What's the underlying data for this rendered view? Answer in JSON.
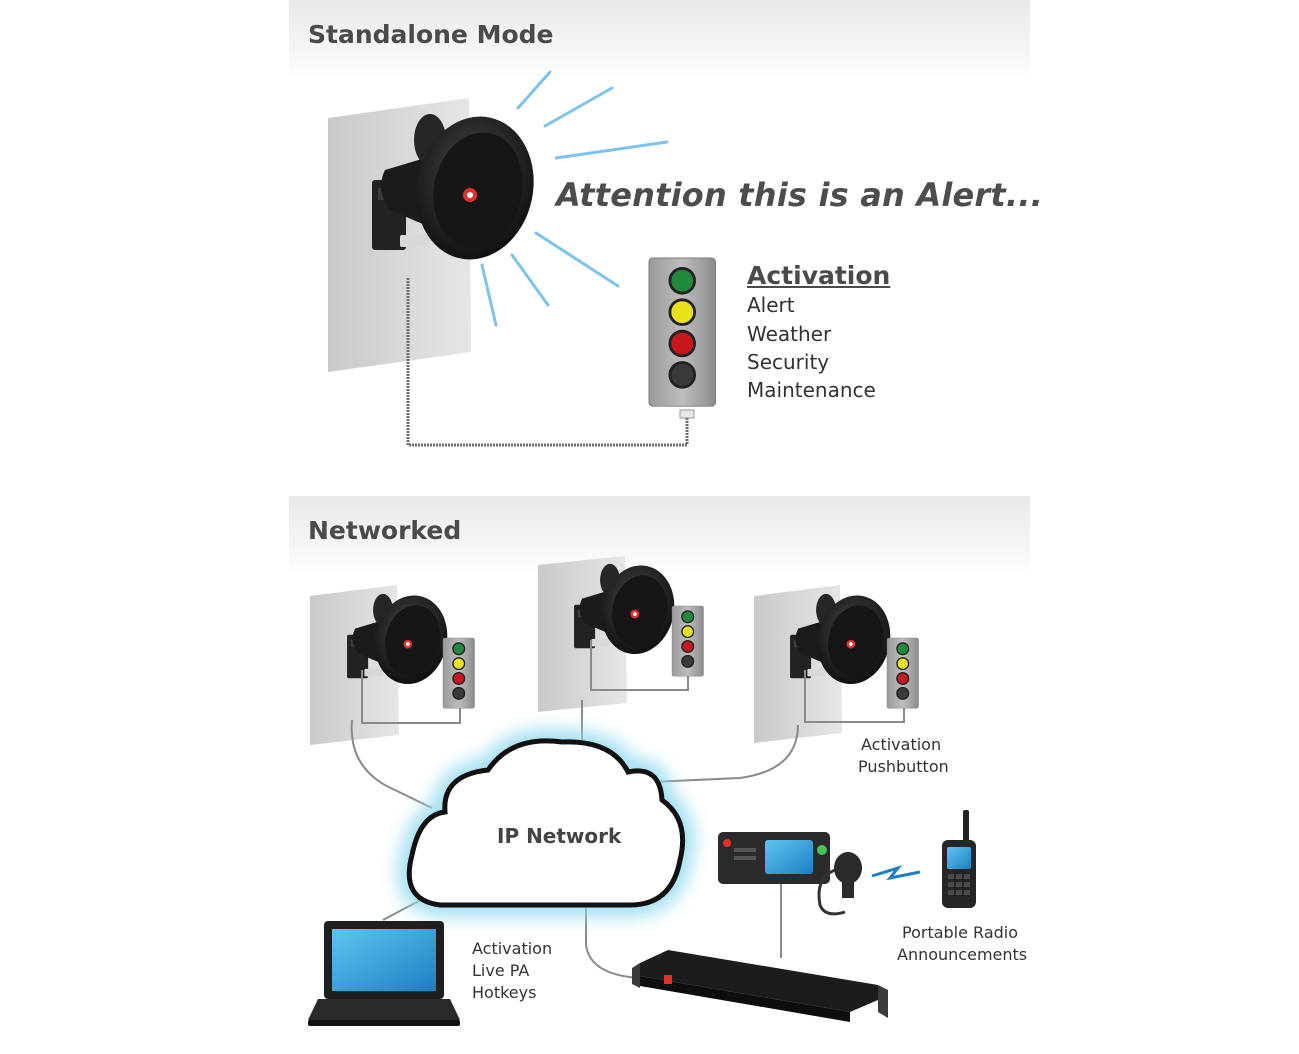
{
  "sections": {
    "standalone": {
      "title": "Standalone Mode"
    },
    "networked": {
      "title": "Networked"
    }
  },
  "standalone": {
    "alert_message": "Attention this is an Alert...",
    "activation_heading": "Activation",
    "activation_items": [
      "Alert",
      "Weather",
      "Security",
      "Maintenance"
    ]
  },
  "networked": {
    "cloud_label": "IP Network",
    "pushbutton_label": [
      "Activation",
      "Pushbutton"
    ],
    "laptop_label": [
      "Activation",
      "Live PA",
      "Hotkeys"
    ],
    "radio_label": [
      "Portable Radio",
      "Announcements"
    ]
  },
  "colors": {
    "button_green": "#1f8a3a",
    "button_yellow": "#e8e21a",
    "button_red": "#c8181e",
    "button_dark": "#3a3a3a",
    "sound_rays": "#7ec3ea",
    "cloud_glow": "#8fd9ef"
  },
  "icons": [
    "horn-speaker-icon",
    "pushbutton-station-icon",
    "laptop-icon",
    "radio-base-station-icon",
    "handheld-radio-icon",
    "rack-unit-icon",
    "cloud-icon"
  ]
}
